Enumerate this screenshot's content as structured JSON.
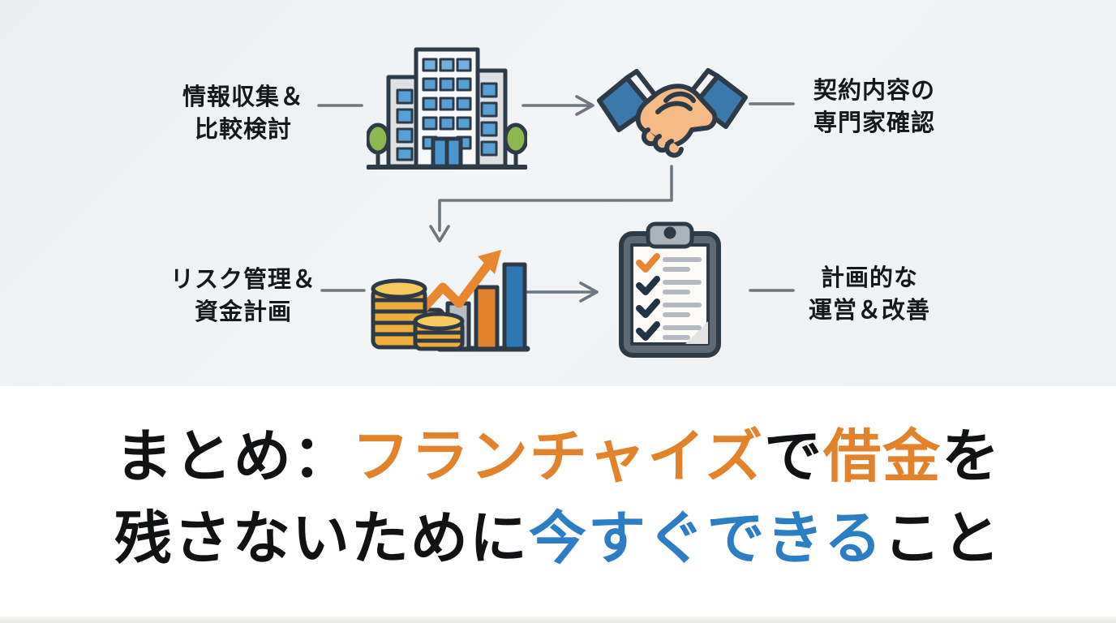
{
  "flow": {
    "step1": {
      "line1": "情報収集＆",
      "line2": "比較検討"
    },
    "step2": {
      "line1": "契約内容の",
      "line2": "専門家確認"
    },
    "step3": {
      "line1": "リスク管理＆",
      "line2": "資金計画"
    },
    "step4": {
      "line1": "計画的な",
      "line2": "運営＆改善"
    },
    "icons": [
      "office-building-icon",
      "handshake-icon",
      "coins-growth-chart-icon",
      "clipboard-checklist-icon"
    ]
  },
  "headline": {
    "seg1": "まとめ：",
    "seg2": "フランチャイズ",
    "seg3": "で",
    "seg4": "借金",
    "seg5": "を",
    "seg6": "残さないために",
    "seg7": "今すぐできる",
    "seg8": "こと"
  },
  "colors": {
    "headline_black": "#111214",
    "accent_orange": "#e2832b",
    "accent_blue": "#2b7ec3",
    "connector_grey": "#6e7780",
    "icon_outline": "#2d3b49",
    "coin_gold": "#f0ae3c",
    "bar_grey": "#b7bdc4",
    "bar_orange": "#e2832b",
    "bar_blue": "#2e77b5",
    "tree_green": "#8cb84f",
    "window_blue": "#57a0d6"
  }
}
